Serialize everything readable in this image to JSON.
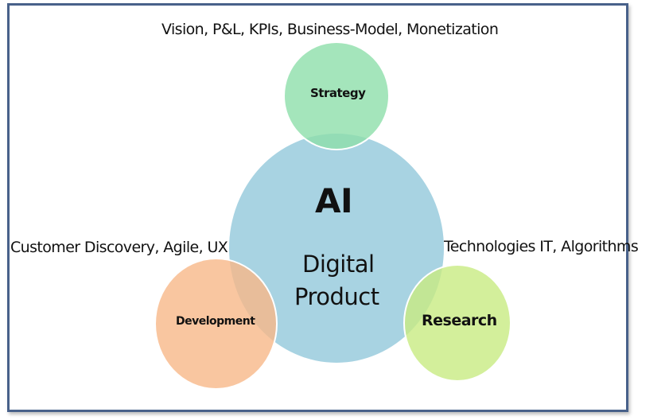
{
  "diagram": {
    "center": {
      "title": "AI",
      "subtitle_line1": "Digital",
      "subtitle_line2": "Product",
      "color": "#a8d3e2"
    },
    "satellites": [
      {
        "label": "Strategy",
        "annotation": "Vision, P&L, KPIs, Business-Model, Monetization",
        "color": "#a2e5bb"
      },
      {
        "label": "Development",
        "annotation": "Customer Discovery, Agile, UX",
        "color": "#f8c9a2"
      },
      {
        "label": "Research",
        "annotation": "Technologies IT, Algorithms",
        "color": "#d5f09c"
      }
    ],
    "frame_border_color": "#48618a"
  }
}
